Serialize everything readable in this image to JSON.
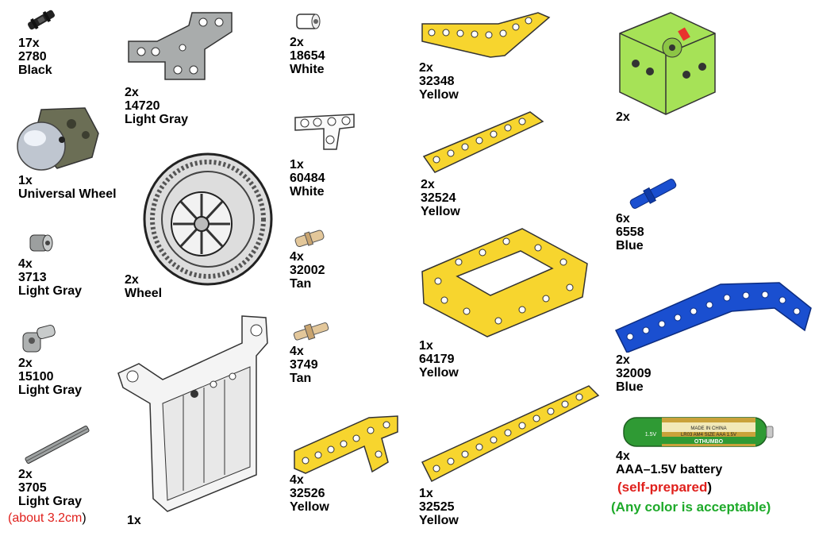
{
  "parts": [
    {
      "id": "p2780",
      "qty": "17x",
      "num": "2780",
      "color": "Black"
    },
    {
      "id": "p14720",
      "qty": "2x",
      "num": "14720",
      "color": "Light Gray"
    },
    {
      "id": "puniv",
      "qty": "1x",
      "name": "Universal Wheel"
    },
    {
      "id": "pwheel",
      "qty": "2x",
      "name": "Wheel"
    },
    {
      "id": "p3713",
      "qty": "4x",
      "num": "3713",
      "color": "Light Gray"
    },
    {
      "id": "p15100",
      "qty": "2x",
      "num": "15100",
      "color": "Light Gray"
    },
    {
      "id": "p3705",
      "qty": "2x",
      "num": "3705",
      "color": "Light Gray",
      "note_open": "(",
      "note": "about 3.2cm",
      "note_close": ")"
    },
    {
      "id": "pbox",
      "qty": "1x"
    },
    {
      "id": "p18654",
      "qty": "2x",
      "num": "18654",
      "color": "White"
    },
    {
      "id": "p60484",
      "qty": "1x",
      "num": "60484",
      "color": "White"
    },
    {
      "id": "p32002",
      "qty": "4x",
      "num": "32002",
      "color": "Tan"
    },
    {
      "id": "p3749",
      "qty": "4x",
      "num": "3749",
      "color": "Tan"
    },
    {
      "id": "p32526",
      "qty": "4x",
      "num": "32526",
      "color": "Yellow"
    },
    {
      "id": "p32348",
      "qty": "2x",
      "num": "32348",
      "color": "Yellow"
    },
    {
      "id": "p32524",
      "qty": "2x",
      "num": "32524",
      "color": "Yellow"
    },
    {
      "id": "p64179",
      "qty": "1x",
      "num": "64179",
      "color": "Yellow"
    },
    {
      "id": "p32525",
      "qty": "1x",
      "num": "32525",
      "color": "Yellow"
    },
    {
      "id": "pmotor",
      "qty": "2x"
    },
    {
      "id": "p6558",
      "qty": "6x",
      "num": "6558",
      "color": "Blue"
    },
    {
      "id": "p32009",
      "qty": "2x",
      "num": "32009",
      "color": "Blue"
    },
    {
      "id": "pbatt",
      "qty": "4x",
      "name": "AAA–1.5V battery",
      "note_open": "(",
      "note": "self-prepared",
      "note_close": ")",
      "note2": "(Any color is acceptable)"
    }
  ],
  "battery_print": {
    "line1": "MADE IN CHINA",
    "line2": "LR03 AM4 SIZE AAA 1.5V",
    "brand": "OTHUMBO",
    "volt": "1.5V"
  },
  "colors": {
    "yellow": "#f7d52e",
    "blue": "#1a4fd0",
    "gray": "#b9bcbc",
    "tan": "#e3c79a",
    "green": "#a6e257",
    "note_red": "#e0201c",
    "note_green": "#1eaa2a"
  }
}
